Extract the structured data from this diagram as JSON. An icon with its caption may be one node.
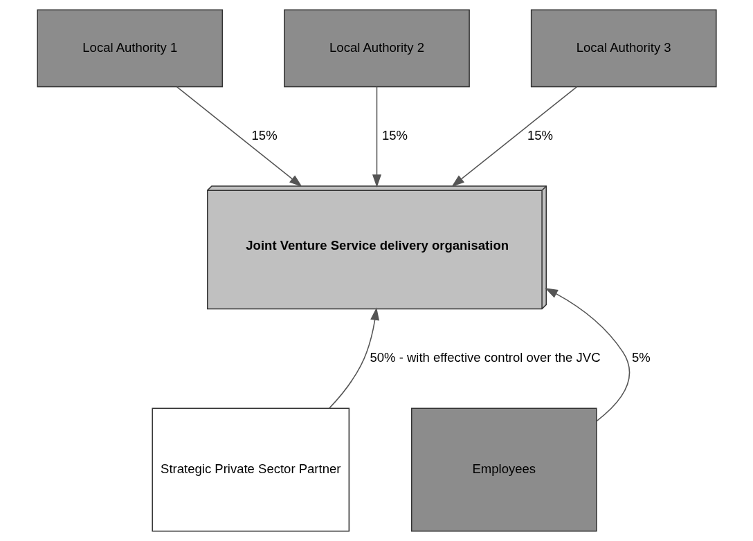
{
  "diagram": {
    "nodes": [
      {
        "text": [
          "Local Authority 1"
        ]
      },
      {
        "text": [
          "Local Authority 2"
        ]
      },
      {
        "text": [
          "Local Authority 3"
        ]
      },
      {
        "text": [
          "Joint Venture Service delivery organisation"
        ]
      },
      {
        "text": [
          "Strategic Private Sector Partner"
        ]
      },
      {
        "text": [
          "Employees"
        ]
      }
    ],
    "edges": [
      {
        "from": 0,
        "to": 3,
        "arrow": "to",
        "label": "15%"
      },
      {
        "from": 1,
        "to": 3,
        "arrow": "to",
        "label": "15%"
      },
      {
        "from": 2,
        "to": 3,
        "arrow": "to",
        "label": "15%"
      },
      {
        "from": 4,
        "to": 3,
        "arrow": "to",
        "label": "50% - with effective control over the JVC"
      },
      {
        "from": 5,
        "to": 3,
        "arrow": "to",
        "label": "5%"
      }
    ]
  }
}
